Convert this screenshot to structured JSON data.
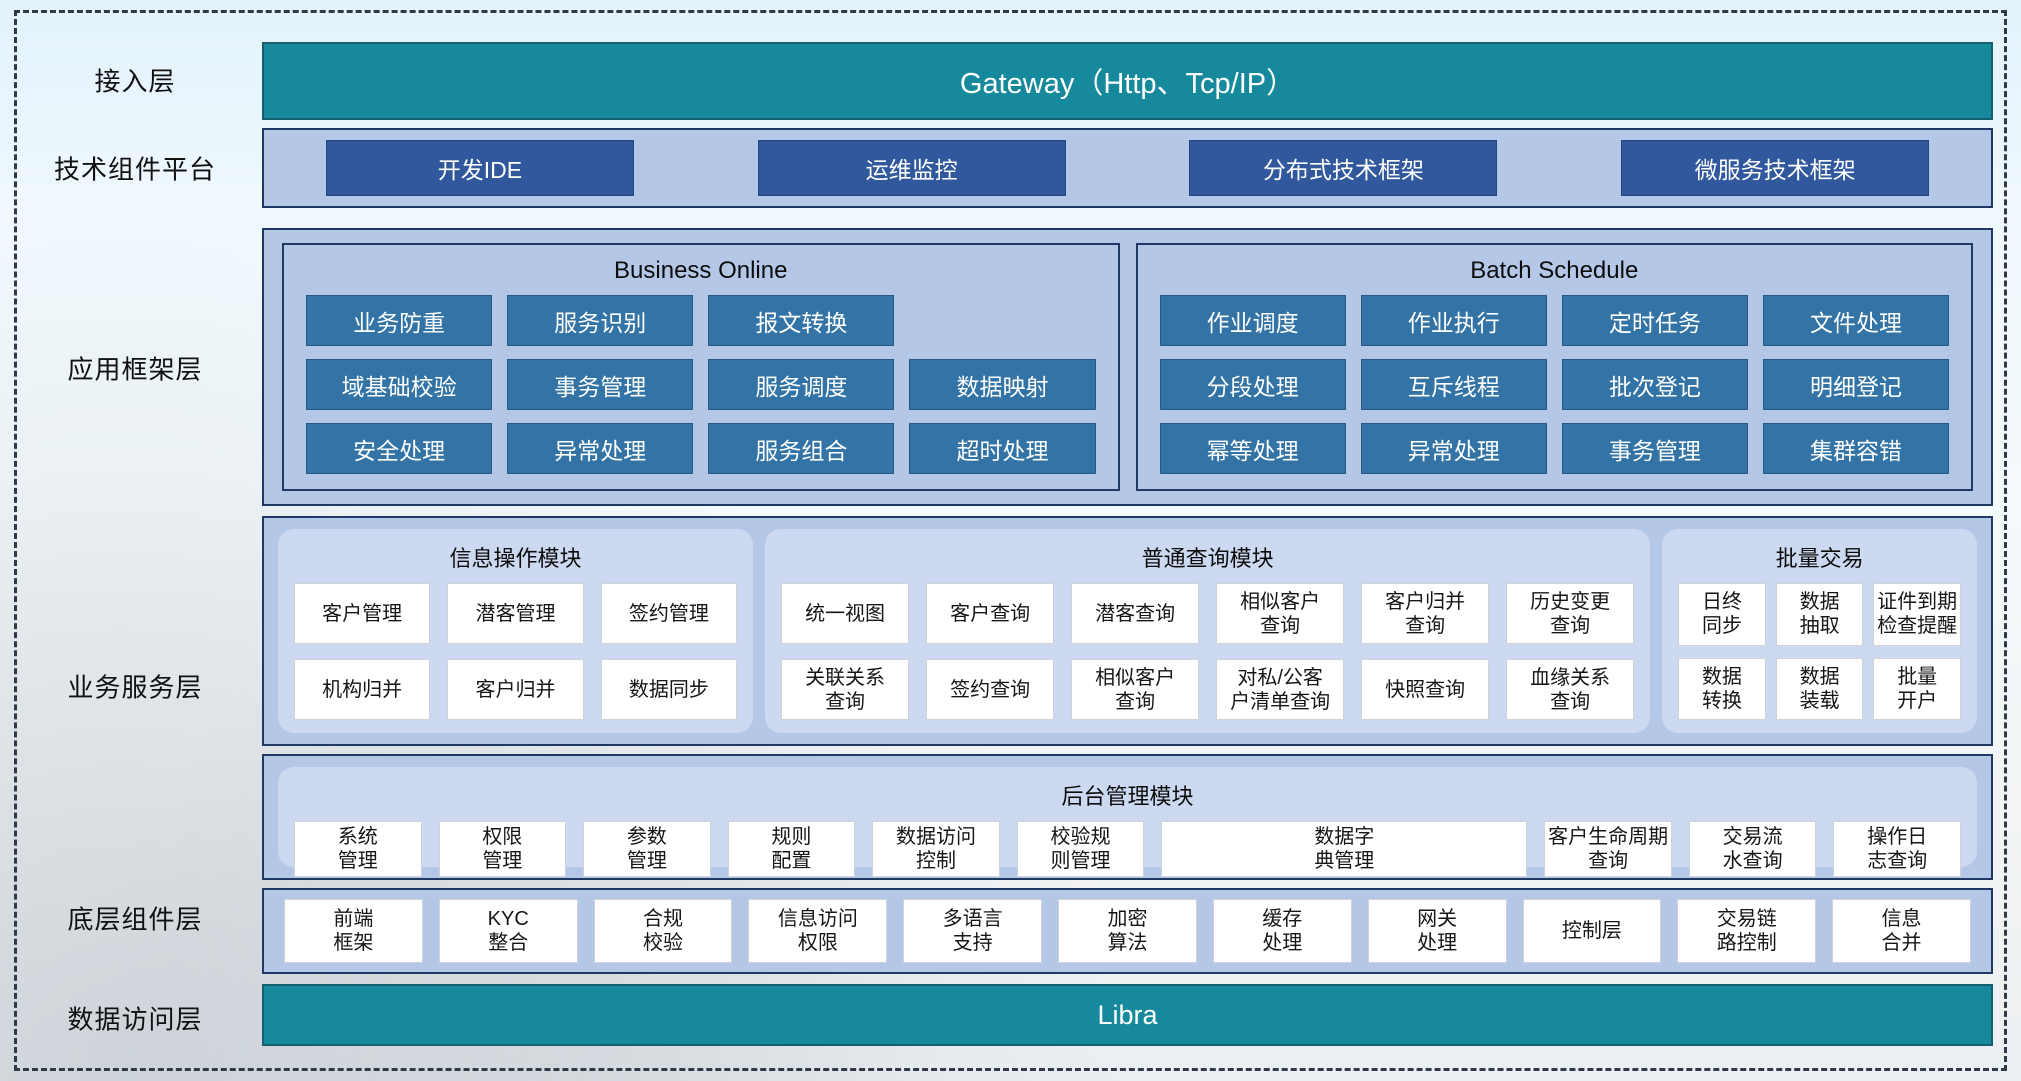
{
  "side_labels": {
    "access": "接入层",
    "tech": "技术组件平台",
    "framework": "应用框架层",
    "service": "业务服务层",
    "base": "底层组件层",
    "data": "数据访问层"
  },
  "access_layer": {
    "title": "Gateway（Http、Tcp/IP）"
  },
  "tech_platform": {
    "items": [
      "开发IDE",
      "运维监控",
      "分布式技术框架",
      "微服务技术框架"
    ]
  },
  "app_framework": {
    "business_online": {
      "title": "Business Online",
      "row1": [
        "业务防重",
        "服务识别",
        "报文转换"
      ],
      "row2": [
        "域基础校验",
        "事务管理",
        "服务调度",
        "数据映射"
      ],
      "row3": [
        "安全处理",
        "异常处理",
        "服务组合",
        "超时处理"
      ]
    },
    "batch_schedule": {
      "title": "Batch Schedule",
      "row1": [
        "作业调度",
        "作业执行",
        "定时任务",
        "文件处理"
      ],
      "row2": [
        "分段处理",
        "互斥线程",
        "批次登记",
        "明细登记"
      ],
      "row3": [
        "幂等处理",
        "异常处理",
        "事务管理",
        "集群容错"
      ]
    }
  },
  "business_service": {
    "info_module": {
      "title": "信息操作模块",
      "items": [
        "客户管理",
        "潜客管理",
        "签约管理",
        "机构归并",
        "客户归并",
        "数据同步"
      ]
    },
    "query_module": {
      "title": "普通查询模块",
      "items": [
        "统一视图",
        "客户查询",
        "潜客查询",
        "相似客户\n查询",
        "客户归并\n查询",
        "历史变更\n查询",
        "关联关系\n查询",
        "签约查询",
        "相似客户\n查询",
        "对私/公客\n户清单查询",
        "快照查询",
        "血缘关系\n查询"
      ]
    },
    "batch_module": {
      "title": "批量交易",
      "items": [
        "日终\n同步",
        "数据\n抽取",
        "证件到期\n检查提醒",
        "数据\n转换",
        "数据\n装载",
        "批量\n开户"
      ]
    },
    "admin_module": {
      "title": "后台管理模块",
      "items": [
        "系统\n管理",
        "权限\n管理",
        "参数\n管理",
        "规则\n配置",
        "数据访问\n控制",
        "校验规\n则管理",
        "数据字\n典管理",
        "客户生命周期查询",
        "交易流\n水查询",
        "操作日\n志查询"
      ]
    }
  },
  "base_components": {
    "items": [
      "前端\n框架",
      "KYC\n整合",
      "合规\n校验",
      "信息访问\n权限",
      "多语言\n支持",
      "加密\n算法",
      "缓存\n处理",
      "网关\n处理",
      "控制层",
      "交易链\n路控制",
      "信息\n合并"
    ]
  },
  "data_layer": {
    "title": "Libra"
  }
}
